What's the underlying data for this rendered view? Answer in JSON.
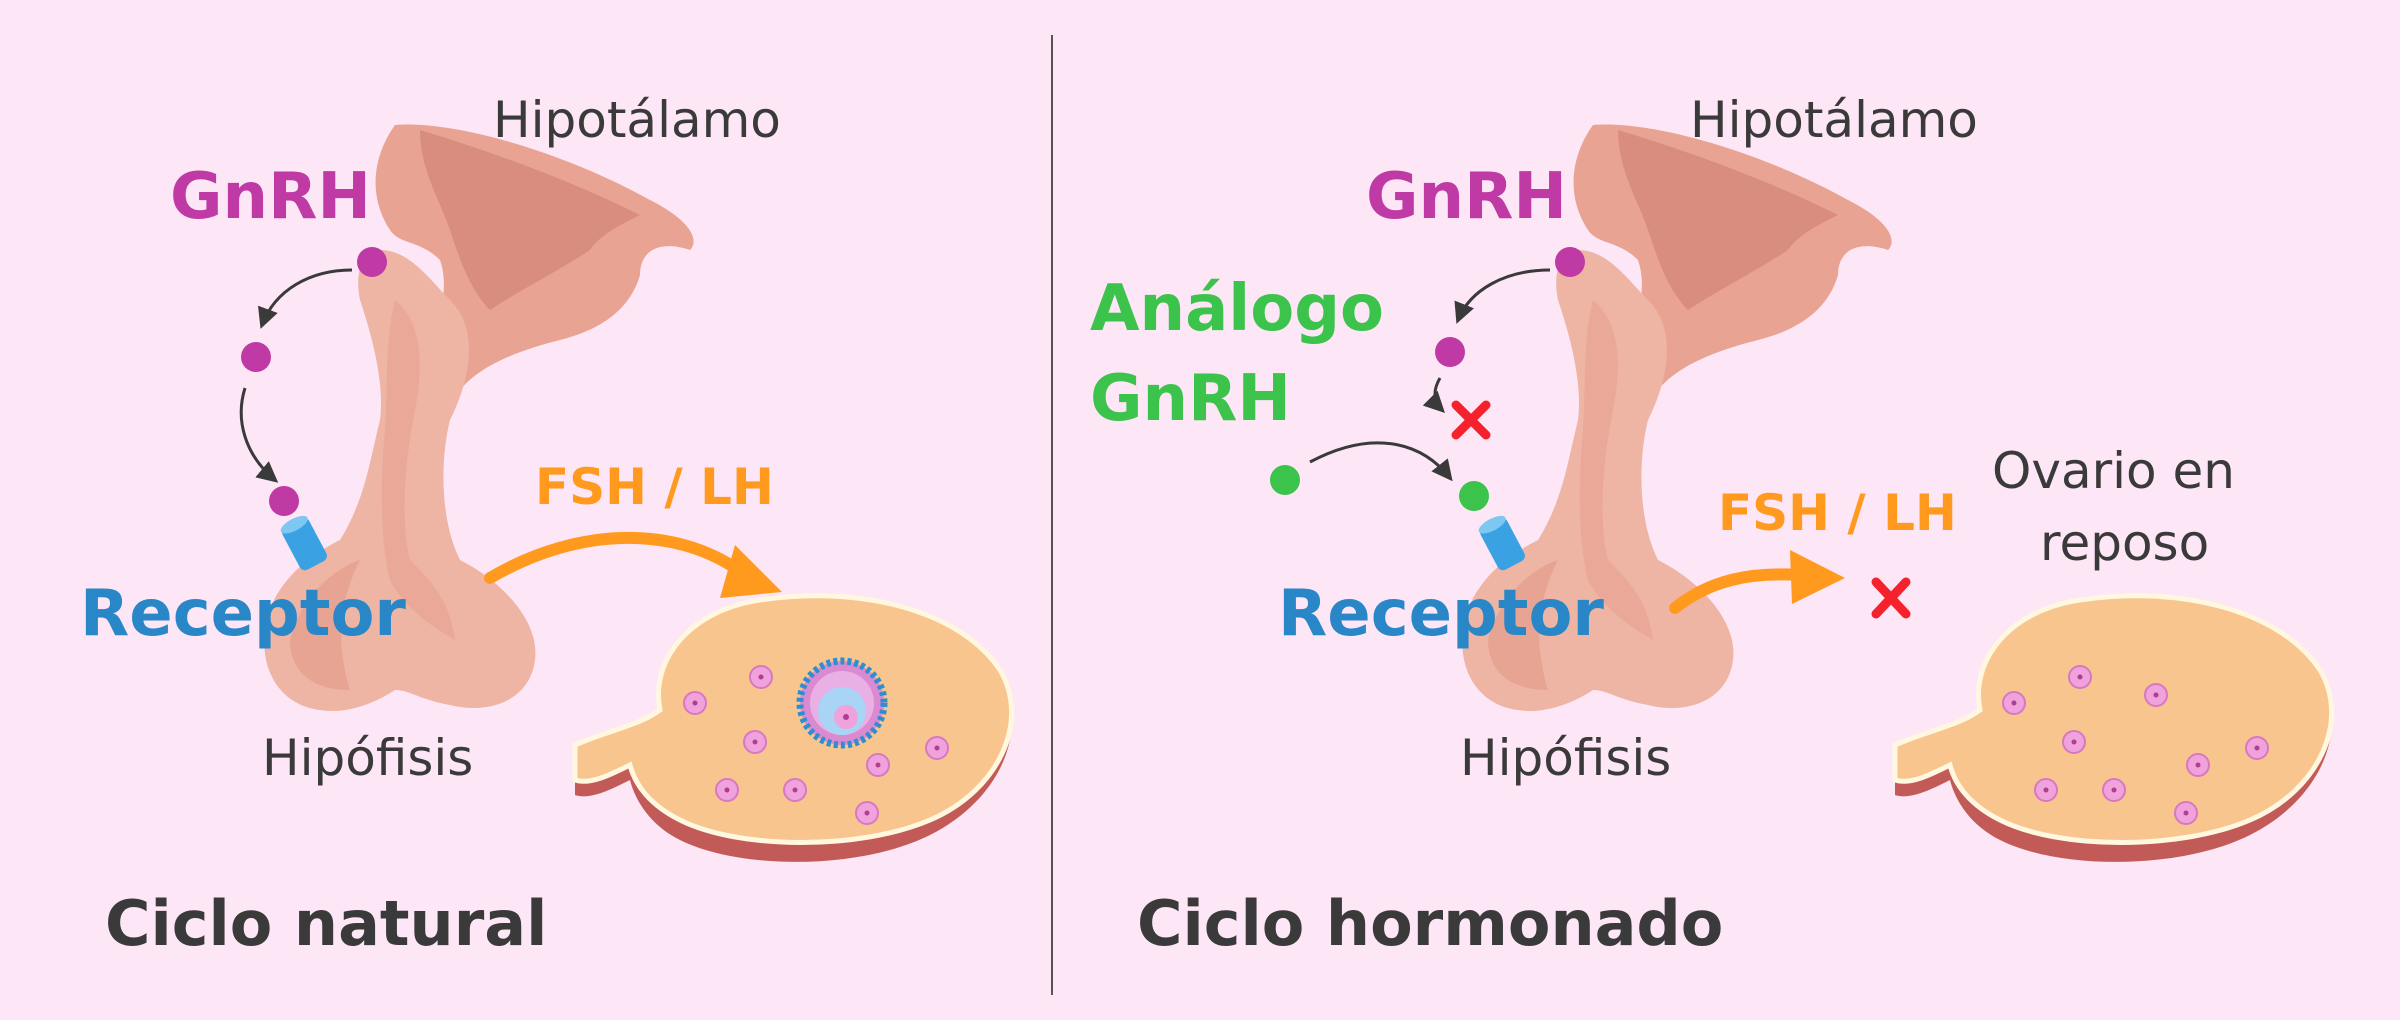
{
  "colors": {
    "background": "#fde6f6",
    "gnrh": "#c03aa6",
    "analog": "#3cc34b",
    "receptor": "#2a87c7",
    "hormone": "#ff9a1f",
    "blocked": "#f5222d",
    "text_dark": "#3a3a3a",
    "gland": "#e8a393",
    "ovary": "#f7c58d",
    "ovary_edge": "#c25a57",
    "follicle": "#f0a2dc"
  },
  "left": {
    "hypothalamus": "Hipotálamo",
    "gnrh": "GnRH",
    "receptor": "Receptor",
    "hormones": "FSH / LH",
    "pituitary": "Hipófisis",
    "caption": "Ciclo natural"
  },
  "right": {
    "hypothalamus": "Hipotálamo",
    "gnrh": "GnRH",
    "analog_line1": "Análogo",
    "analog_line2": "GnRH",
    "receptor": "Receptor",
    "hormones": "FSH / LH",
    "pituitary": "Hipófisis",
    "ovary_line1": "Ovario en",
    "ovary_line2": "reposo",
    "caption": "Ciclo hormonado"
  }
}
